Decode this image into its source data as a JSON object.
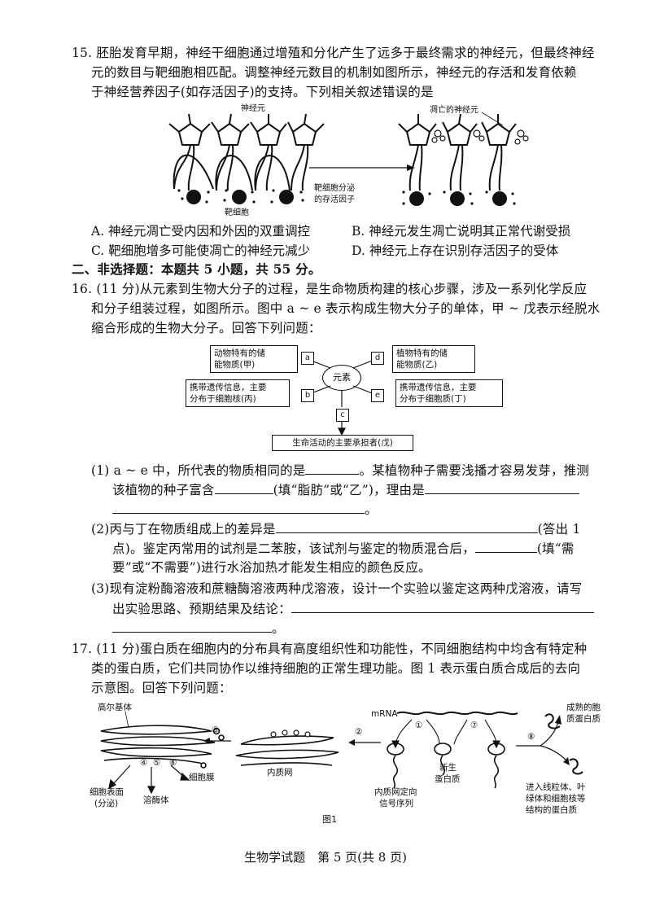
{
  "q15": {
    "lines": [
      "15. 胚胎发育早期，神经干细胞通过增殖和分化产生了远多于最终需求的神经元，但最终神经",
      "元的数目与靶细胞相匹配。调整神经元数目的机制如图所示，神经元的存活和发育依赖",
      "于神经营养因子(如存活因子)的支持。下列相关叙述错误的是"
    ],
    "figure": {
      "neuron_label": "神经元",
      "target_label": "靶细胞",
      "arrow_label_1": "靶细胞分泌",
      "arrow_label_2": "的存活因子",
      "dead_label": "凋亡的神经元"
    },
    "options": {
      "a": "A. 神经元凋亡受内因和外因的双重调控",
      "b": "B. 神经元发生凋亡说明其正常代谢受损",
      "c": "C. 靶细胞增多可能使凋亡的神经元减少",
      "d": "D. 神经元上存在识别存活因子的受体"
    }
  },
  "section2": "二、非选择题：本题共 5 小题，共 55 分。",
  "q16": {
    "lines": [
      "16. (11 分)从元素到生物大分子的过程，是生命物质构建的核心步骤，涉及一系列化学反应",
      "和分子组装过程，如图所示。图中 a ~ e 表示构成生物大分子的单体，甲 ~ 戊表示经脱水",
      "缩合形成的生物大分子。回答下列问题："
    ],
    "diagram": {
      "center": "元素",
      "box_a_1": "动物特有的储",
      "box_a_2": "能物质(甲)",
      "box_d_1": "植物特有的储",
      "box_d_2": "能物质(乙)",
      "box_b_1": "携带遗传信息，主要",
      "box_b_2": "分布于细胞核(丙)",
      "box_e_1": "携带遗传信息，主要",
      "box_e_2": "分布于细胞质(丁)",
      "box_c": "生命活动的主要承担者(戊)",
      "a": "a",
      "b": "b",
      "c": "c",
      "d": "d",
      "e": "e"
    },
    "sub1": {
      "part1": "(1) a ~ e 中，所代表的物质相同的是",
      "part2": "。某植物种子需要浅播才容易发芽，推测",
      "part3": "该植物的种子富含",
      "part4": "(填“脂肪”或“乙”)，理由是",
      "part5": "。"
    },
    "sub2": {
      "part1": "(2)丙与丁在物质组成上的差异是",
      "part2": "(答出 1",
      "part3": "点)。鉴定丙常用的试剂是二苯胺，该试剂与鉴定的物质混合后，",
      "part4": "(填“需",
      "part5": "要”或“不需要”)进行水浴加热才能发生相应的颜色反应。"
    },
    "sub3": {
      "part1": "(3)现有淀粉酶溶液和蔗糖酶溶液两种戊溶液，设计一个实验以鉴定这两种戊溶液，请写",
      "part2": "出实验思路、预期结果及结论：",
      "part3": "。"
    }
  },
  "q17": {
    "lines": [
      "17. (11 分)蛋白质在细胞内的分布具有高度组织性和功能性，不同细胞结构中均含有特定种",
      "类的蛋白质，它们共同协作以维持细胞的正常生理功能。图 1 表示蛋白质合成后的去向",
      "示意图。回答下列问题："
    ],
    "figure": {
      "golgi": "高尔基体",
      "er": "内质网",
      "surface_1": "细胞表面",
      "surface_2": "(分泌)",
      "lysosome": "溶酶体",
      "membrane": "细胞膜",
      "mrna": "mRNA",
      "er_signal_1": "内质网定向",
      "er_signal_2": "信号序列",
      "new_protein_1": "新生",
      "new_protein_2": "蛋白质",
      "mature_1": "成熟的胞",
      "mature_2": "质蛋白质",
      "organelle_1": "进入线粒体、叶",
      "organelle_2": "绿体和细胞核等",
      "organelle_3": "结构的蛋白质",
      "n1": "①",
      "n2": "②",
      "n3": "③",
      "n4": "④",
      "n5": "⑤",
      "n6": "⑥",
      "n7": "⑦",
      "n8": "⑧",
      "caption": "图1"
    }
  },
  "footer": "生物学试题　第 5 页(共 8 页)"
}
